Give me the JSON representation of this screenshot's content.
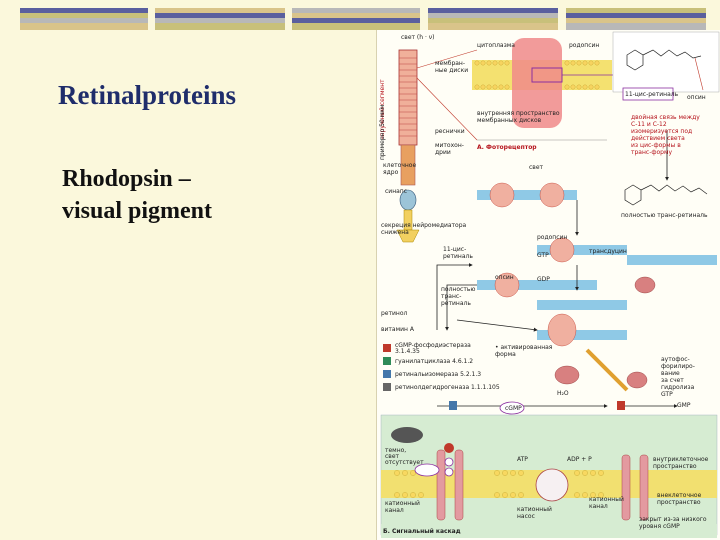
{
  "slide": {
    "title": "Retinalproteins",
    "body_lines": [
      "Rhodopsin –",
      "visual pigment"
    ]
  },
  "colors": {
    "background": "#fbf8dc",
    "title": "#1f2d6b",
    "bar_tan": "#d9c48a",
    "bar_navy": "#5a5f9e",
    "bar_gray": "#b8b8b8",
    "bar_olive": "#c8c07a"
  },
  "figure": {
    "labels": {
      "light": "свет (h · ν)",
      "cytoplasm": "цитоплазма",
      "rhodopsin": "родопсин",
      "membrane_discs": "мембран-\nные диски",
      "outer_segment": "наружный сегмент",
      "inner_space": "внутренняя пространство\nмембранных дисков",
      "cilium": "реснички",
      "mitochondria": "митохон-\nдрии",
      "photoreceptor": "А. Фоторецептор",
      "cell_nucleus": "клеточное\nядро",
      "synapse": "синапс",
      "neurotransmitter": "секреция нейромедиатора\nснижена",
      "size": "примерно 50 мкм",
      "cis_retinal": "11-цис-ретиналь",
      "opsin": "опсин",
      "double_bond": "двойная связь между\nС-11 и С-12\nизомеризуется под\nдействием света\nиз цис-формы в\nтранс-форму",
      "all_trans": "полностью транс-ретиналь",
      "light2": "свет",
      "rhodopsin2": "родопсин",
      "cis_retinal2": "11-цис-\nретиналь",
      "opsin2": "опсин",
      "all_trans2": "полностью\nтранс-\nретиналь",
      "retinol": "ретинол",
      "vitamin_a": "витамин А",
      "gtp": "GTP",
      "gdp": "GDP",
      "transducin": "трансдуцин",
      "activated_form": "• активированная\nформа",
      "enzyme1": "cGMP-фосфодиэстераза\n3.1.4.35",
      "enzyme2": "гуанилатциклаза 4.6.1.2",
      "enzyme3": "ретинальизомераза 5.2.1.3",
      "enzyme4": "ретинолдегидрогеназа 1.1.1.105",
      "cgmp": "cGMP",
      "gmp": "GMP",
      "h2o": "H₂O",
      "autophos": "аутофос-\nфорилиро-\nвание\nза счет\nгидролиза\nGTP",
      "darkness": "темно,\nсвет\nотсутствует",
      "intracellular": "внутриклеточное\nпространство",
      "extracellular": "внеклеточное\nпространство",
      "cation_channel": "катионный\nканал",
      "cation_pump": "катионный\nнасос",
      "cation_channel2": "катионный\nканал",
      "closed": "закрыт из-за низкого\nуровня cGMP",
      "atp": "ATP",
      "adp": "ADP + P",
      "signal_cascade": "Б. Сигнальный каскад"
    }
  }
}
